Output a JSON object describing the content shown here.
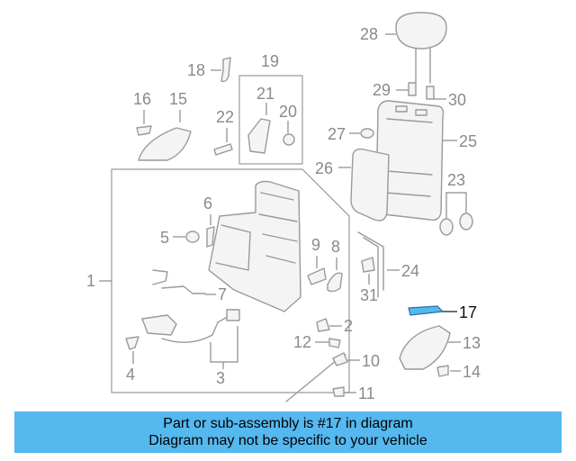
{
  "diagram": {
    "highlighted_part": "17",
    "callouts": {
      "c1": "1",
      "c2": "2",
      "c3": "3",
      "c4": "4",
      "c5": "5",
      "c6": "6",
      "c7": "7",
      "c8": "8",
      "c9": "9",
      "c10": "10",
      "c11": "11",
      "c12": "12",
      "c13": "13",
      "c14": "14",
      "c15": "15",
      "c16": "16",
      "c17": "17",
      "c18": "18",
      "c19": "19",
      "c20": "20",
      "c21": "21",
      "c22": "22",
      "c23": "23",
      "c24": "24",
      "c25": "25",
      "c26": "26",
      "c27": "27",
      "c28": "28",
      "c29": "29",
      "c30": "30",
      "c31": "31"
    },
    "colors": {
      "line": "#9a9a9a",
      "highlight": "#55b8ef",
      "banner": "#55b8ef"
    }
  },
  "banner": {
    "line1": "Part or sub-assembly is #17 in diagram",
    "line2": "Diagram may not be specific to your vehicle"
  }
}
